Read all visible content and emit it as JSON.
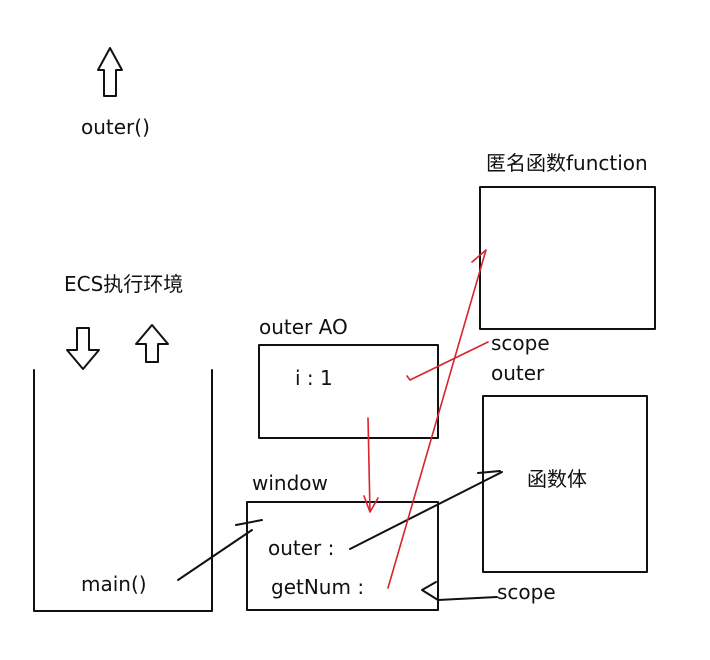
{
  "labels": {
    "stack_result": "outer()",
    "ecs_title": "ECS执行环境",
    "stack_bottom": "main()",
    "window_title": "window",
    "window_outer": "outer :",
    "window_getnum": "getNum :",
    "outer_ao_title": "outer AO",
    "outer_ao_var": "i : 1",
    "anon_func_title": "匿名函数function",
    "anon_scope": "scope",
    "outer_func_title": "outer",
    "func_body": "函数体",
    "outer_scope": "scope"
  },
  "colors": {
    "ink": "#111111",
    "pointer": "#d9232e"
  }
}
